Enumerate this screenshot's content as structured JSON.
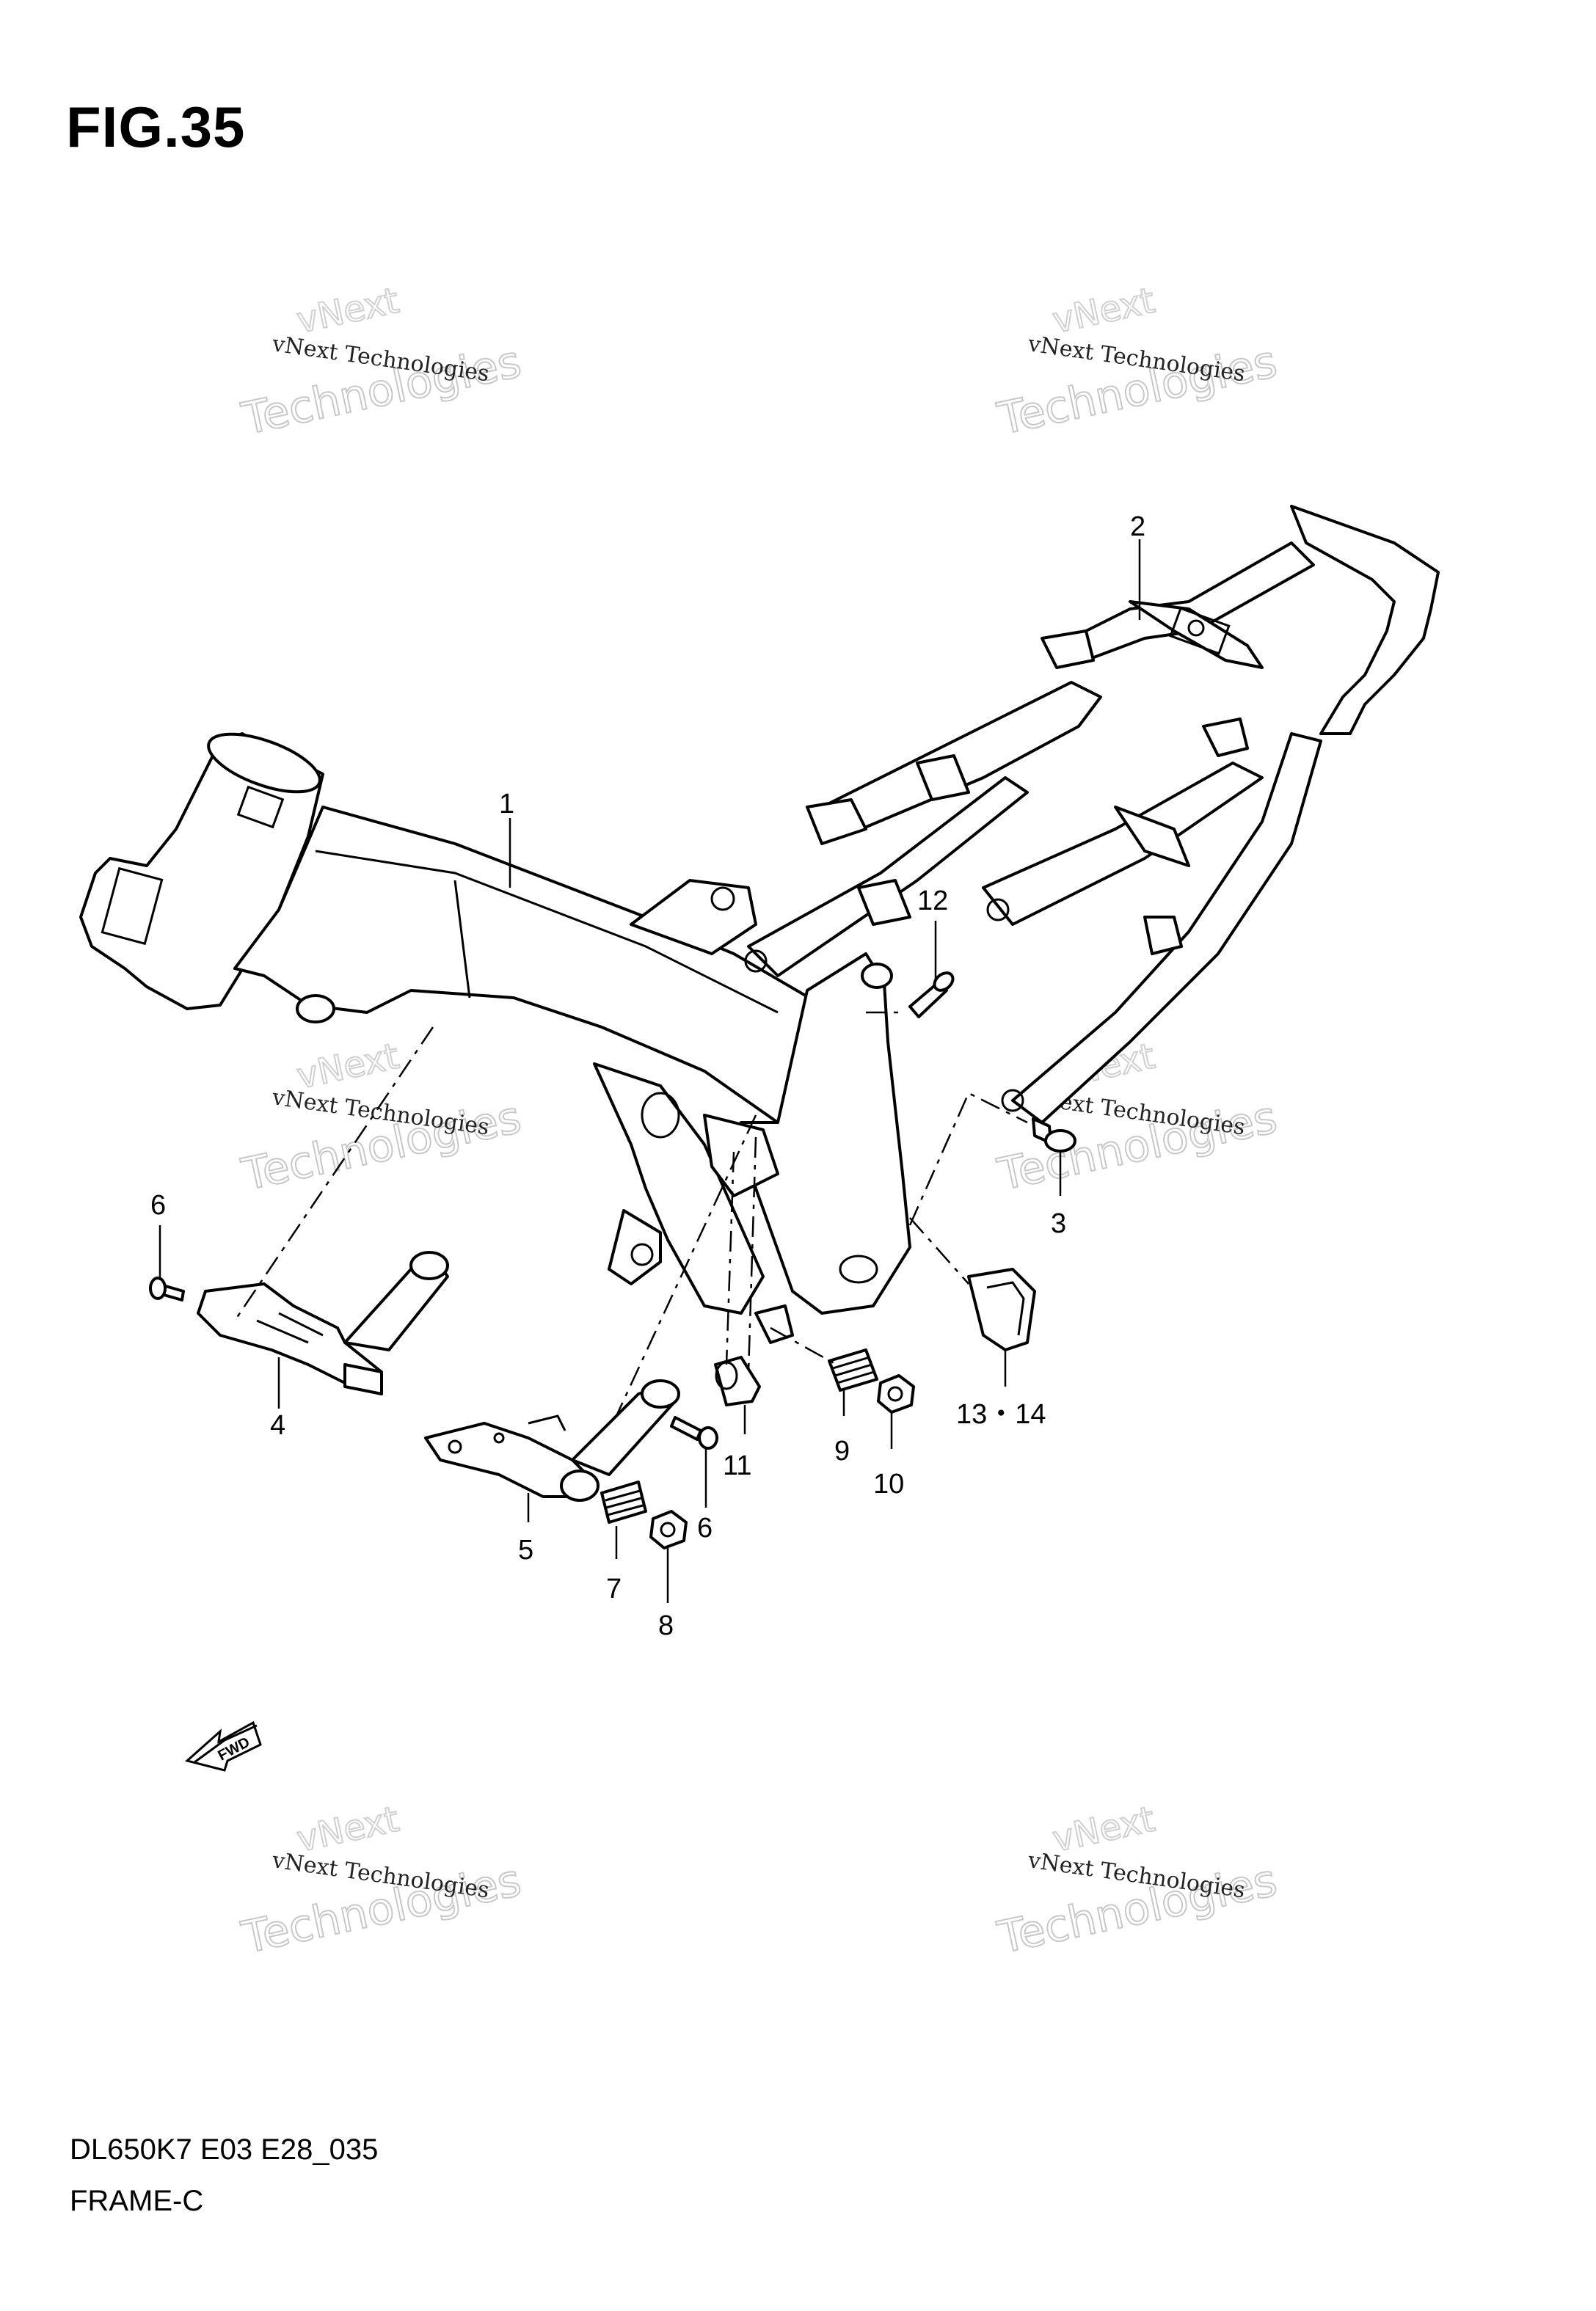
{
  "figure": {
    "title": "FIG.35"
  },
  "footer": {
    "model_code": "DL650K7 E03 E28_035",
    "section_name": "FRAME-C"
  },
  "watermark": {
    "line1": "vNext Technologies",
    "line2": "Technologies",
    "line3": "vNext"
  },
  "fwd_arrow": {
    "label": "FWD"
  },
  "callouts": {
    "c1": "1",
    "c2": "2",
    "c3": "3",
    "c4": "4",
    "c5": "5",
    "c6a": "6",
    "c6b": "6",
    "c7": "7",
    "c8": "8",
    "c9": "9",
    "c10": "10",
    "c11": "11",
    "c12": "12",
    "c13_14": "13・14"
  }
}
